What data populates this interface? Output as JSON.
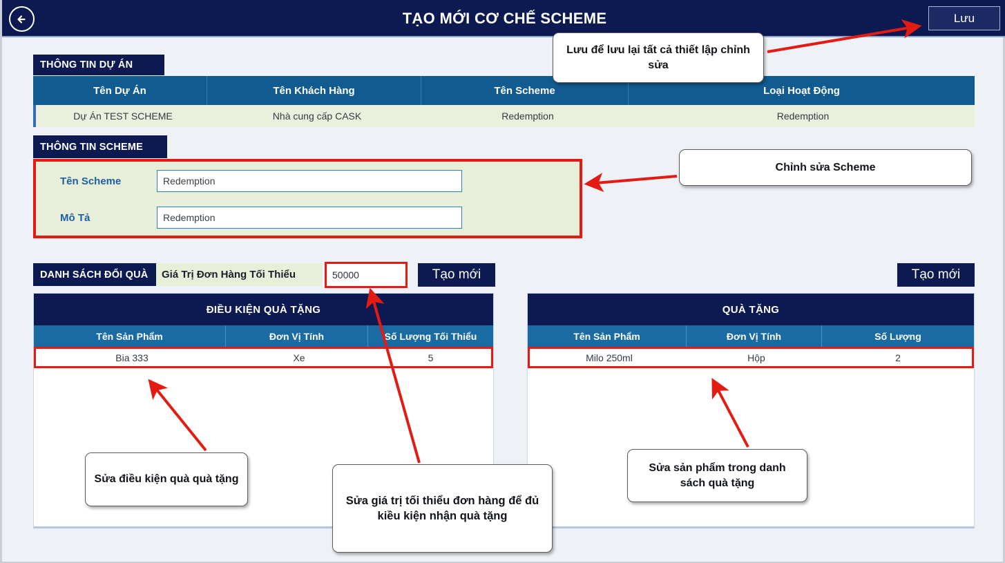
{
  "header": {
    "back_icon": "arrow-left-icon",
    "title": "TẠO MỚI CƠ CHẾ SCHEME",
    "save_label": "Lưu"
  },
  "project_info": {
    "section_label": "THÔNG TIN DỰ ÁN",
    "columns": [
      "Tên Dự Án",
      "Tên Khách Hàng",
      "Tên Scheme",
      "Loại Hoạt Động"
    ],
    "row": [
      "Dự Án TEST SCHEME",
      "Nhà cung cấp CASK",
      "Redemption",
      "Redemption"
    ]
  },
  "scheme_info": {
    "section_label": "THÔNG TIN SCHEME",
    "name_label": "Tên Scheme",
    "name_value": "Redemption",
    "desc_label": "Mô Tả",
    "desc_value": "Redemption"
  },
  "gift_toolbar": {
    "section_label": "DANH SÁCH ĐỔI QUÀ",
    "min_order_label": "Giá Trị Đơn Hàng Tối Thiểu",
    "min_order_value": "50000",
    "create_left_label": "Tạo mới",
    "create_right_label": "Tạo mới"
  },
  "condition_table": {
    "title": "ĐIỀU KIỆN QUÀ TẶNG",
    "columns": [
      "Tên Sản Phẩm",
      "Đơn Vị Tính",
      "Số Lượng Tối Thiểu"
    ],
    "rows": [
      [
        "Bia 333",
        "Xe",
        "5"
      ]
    ]
  },
  "gift_table": {
    "title": "QUÀ TẶNG",
    "columns": [
      "Tên Sản Phẩm",
      "Đơn Vị Tính",
      "Số Lượng"
    ],
    "rows": [
      [
        "Milo 250ml",
        "Hộp",
        "2"
      ]
    ]
  },
  "callouts": {
    "save": "Lưu để lưu lại tất cả thiết lập chỉnh sửa",
    "scheme": "Chỉnh sửa Scheme",
    "condition": "Sửa điều kiện quà quà tặng",
    "min_value": "Sửa giá trị tối thiểu đơn hàng để đủ kiều kiện nhận quà tặng",
    "gift": "Sửa sản phẩm trong danh sách quà tặng"
  },
  "colors": {
    "navy": "#0d1a52",
    "header_blue": "#115b91",
    "table_head_blue": "#1a6aa4",
    "green_panel": "#e8efd9",
    "annotation_red": "#e41b13",
    "page_bg": "#eef1f6"
  }
}
